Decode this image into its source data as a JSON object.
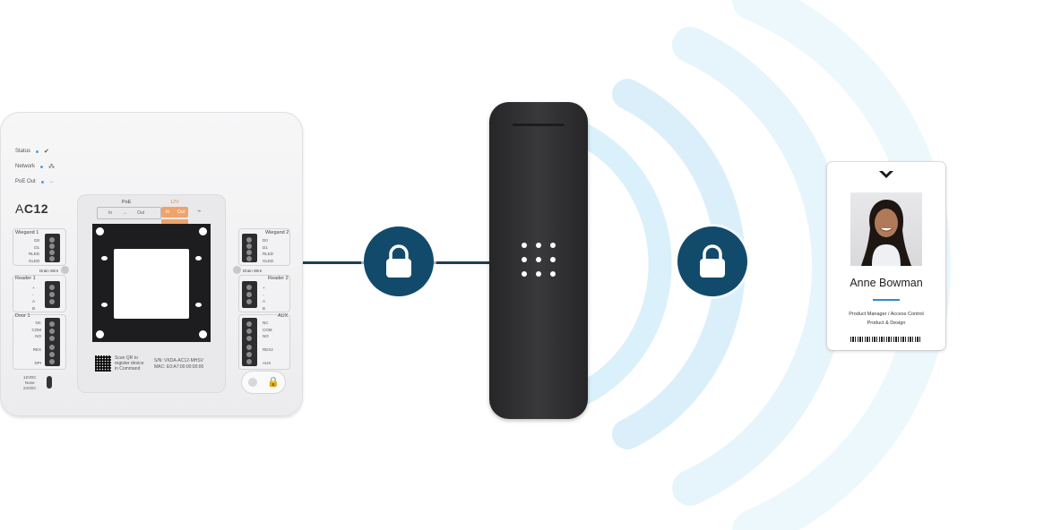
{
  "controller": {
    "status_label": "Status",
    "network_label": "Network",
    "poe_out_label": "PoE Out",
    "model_prefix": "A",
    "model_suffix": "C12",
    "wiegand1": "Wiegand 1",
    "wiegand2": "Wiegand 2",
    "reader1": "Reader 1",
    "reader2": "Reader 2",
    "door1": "Door 1",
    "aux": "AUX",
    "drain_wire": "Drain Wire",
    "poe": "PoE",
    "poe_in": "In",
    "poe_out": "Out",
    "v12": "12V",
    "power_note": "12VDC\nNone\n24VDC",
    "qr_text": "Scan QR to register device in Command",
    "sn": "S/N: VKDA-AC12-MHSV",
    "mac": "MAC: E0:A7:00:00:00:00"
  },
  "card": {
    "name": "Anne Bowman",
    "role": "Product Manager / Access Control",
    "dept": "Product & Design"
  },
  "colors": {
    "lock_bg": "#124a6b",
    "line": "#1f3d52",
    "wave": "#bfe6f8",
    "accent": "#2f8ad1"
  }
}
